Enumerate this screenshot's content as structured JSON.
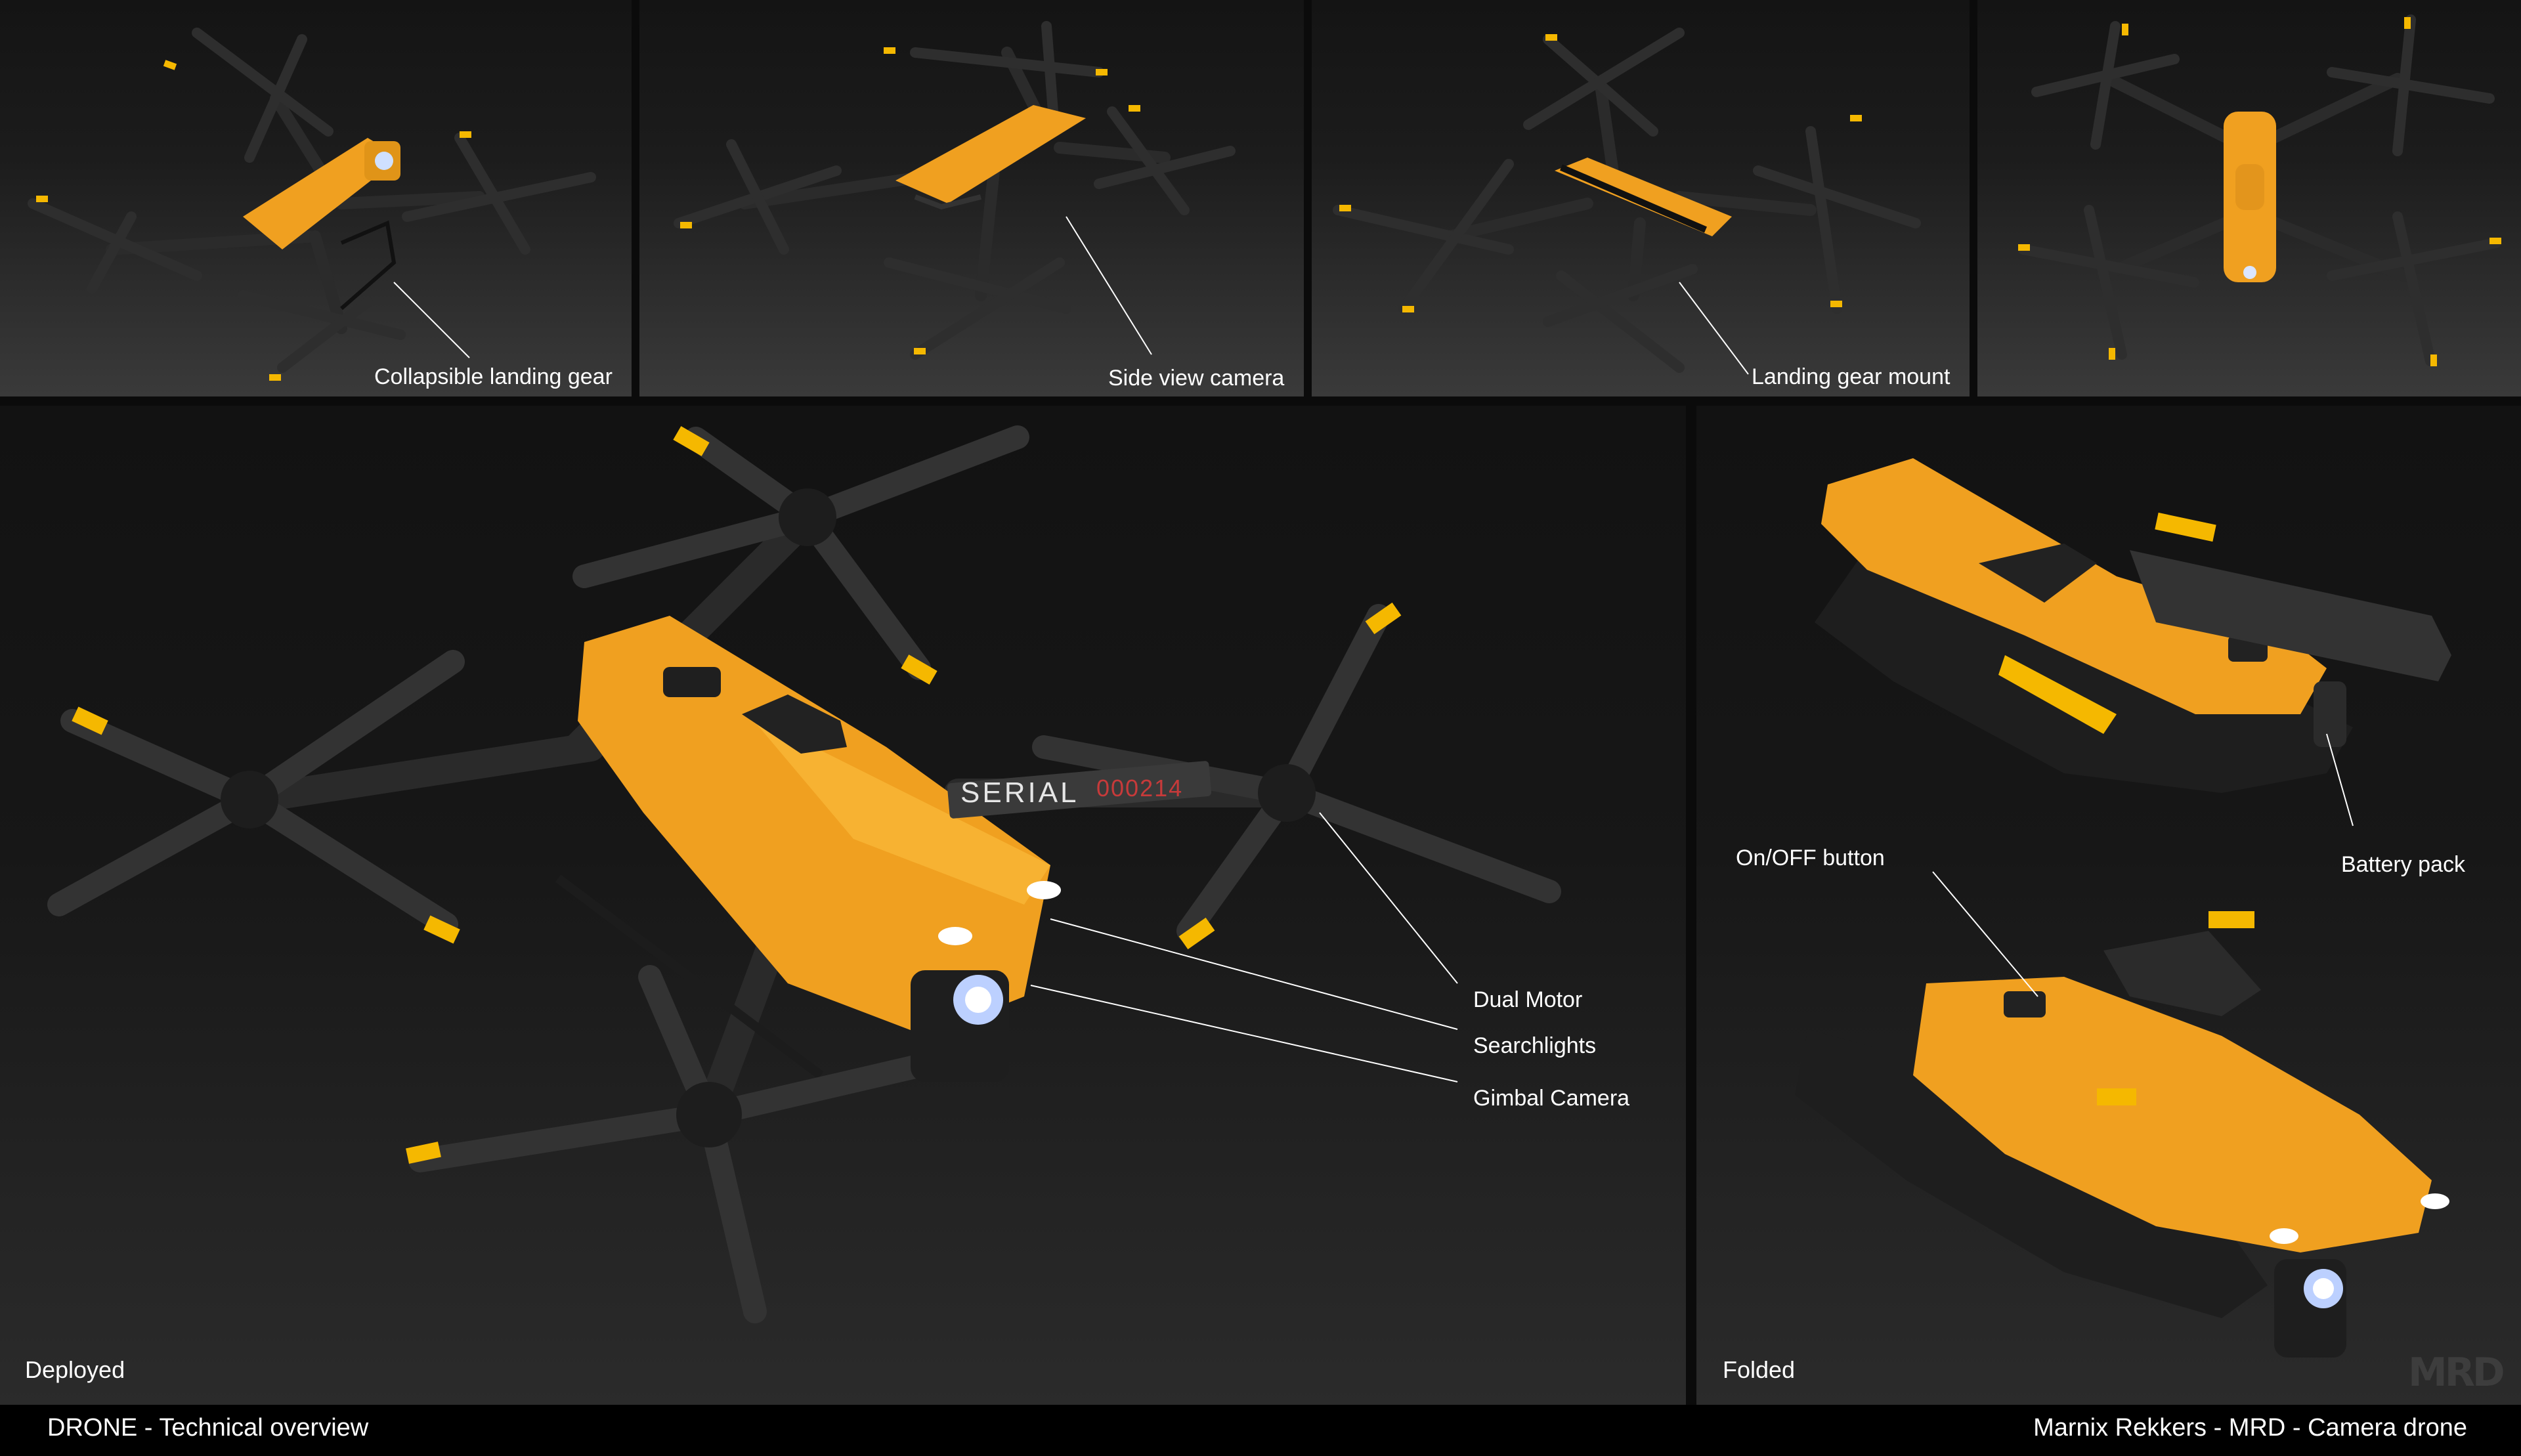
{
  "top_panels": [
    {
      "callout": "Collapsible landing gear"
    },
    {
      "callout": "Side view camera"
    },
    {
      "callout": "Landing gear mount"
    },
    {
      "callout": ""
    }
  ],
  "deployed": {
    "label": "Deployed",
    "serial_word": "SERIAL",
    "serial_number": "000214",
    "callouts": {
      "dual_motor": "Dual Motor",
      "searchlights": "Searchlights",
      "gimbal_camera": "Gimbal Camera"
    }
  },
  "folded": {
    "label": "Folded",
    "callouts": {
      "on_off": "On/OFF button",
      "battery": "Battery pack"
    }
  },
  "footer": {
    "left": "DRONE - Technical overview",
    "right": "Marnix Rekkers - MRD - Camera drone"
  },
  "watermark": "MRD",
  "colors": {
    "body": "#f0a020",
    "frame": "#2a2a2a",
    "tip": "#f5b800"
  }
}
